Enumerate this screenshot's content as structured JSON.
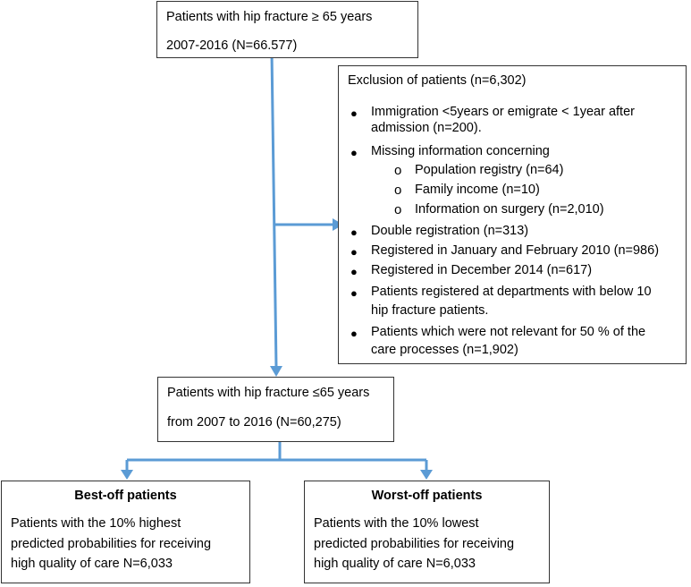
{
  "top_box": {
    "line1": "Patients with hip fracture ≥ 65 years",
    "line2": "2007-2016 (N=66.577)"
  },
  "exclusion_box": {
    "title": "Exclusion of patients (n=6,302)",
    "bullet_symbol": "●",
    "sub_bullet_symbol": "o",
    "items": [
      {
        "lines": [
          "Immigration <5years or emigrate < 1year after",
          "admission (n=200)."
        ]
      },
      {
        "lines": [
          "Missing information concerning"
        ],
        "sub_items": [
          "Population registry (n=64)",
          "Family income (n=10)",
          "Information on surgery (n=2,010)"
        ]
      },
      {
        "lines": [
          "Double registration (n=313)"
        ]
      },
      {
        "lines": [
          "Registered in January and February 2010 (n=986)"
        ]
      },
      {
        "lines": [
          "Registered in December 2014 (n=617)"
        ]
      },
      {
        "lines": [
          "Patients registered at departments with below 10",
          "hip fracture patients."
        ]
      },
      {
        "lines": [
          "Patients which were not relevant for 50 % of the",
          "care processes (n=1,902)"
        ]
      }
    ]
  },
  "middle_box": {
    "line1": "Patients with hip fracture ≤65 years",
    "line2": "from 2007 to 2016 (N=60,275)"
  },
  "best_box": {
    "title": "Best-off patients",
    "lines": [
      "Patients with the 10% highest",
      "predicted probabilities for receiving",
      "high quality of care N=6,033"
    ]
  },
  "worst_box": {
    "title": "Worst-off patients",
    "lines": [
      "Patients with the 10% lowest",
      "predicted probabilities for receiving",
      "high quality of care N=6,033"
    ]
  },
  "colors": {
    "arrow": "#5b9bd5",
    "border": "#333333"
  }
}
